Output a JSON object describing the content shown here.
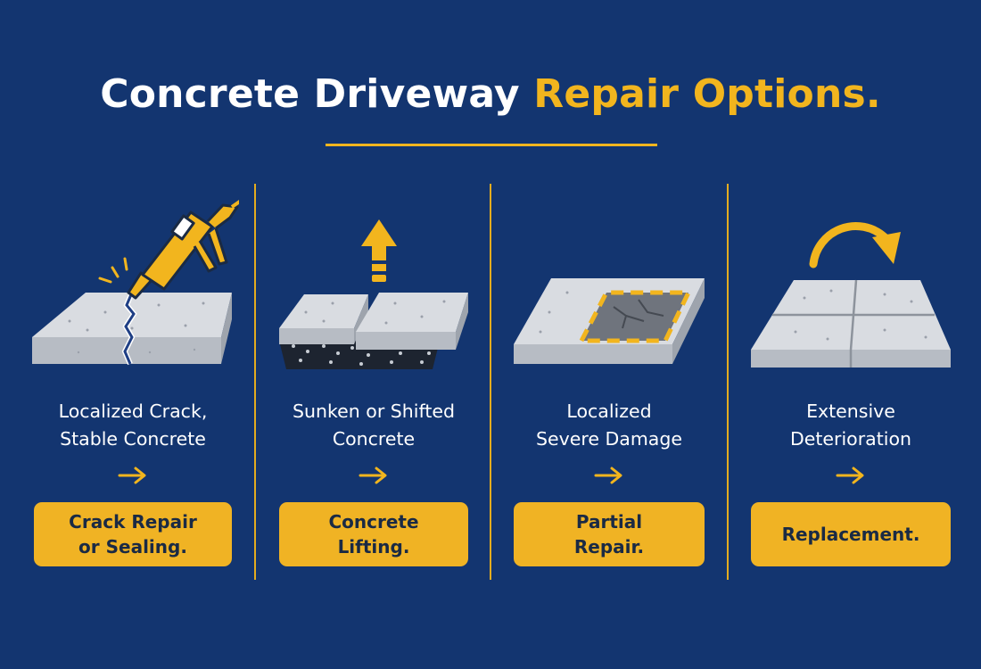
{
  "header": {
    "title_main": "Concrete Driveway",
    "title_accent": "Repair Options."
  },
  "columns": [
    {
      "condition_lines": [
        "Localized Crack,",
        "Stable Concrete"
      ],
      "option_lines": [
        "Crack Repair",
        "or Sealing."
      ],
      "icon": "caulk-gun-icon"
    },
    {
      "condition_lines": [
        "Sunken or Shifted",
        "Concrete"
      ],
      "option_lines": [
        "Concrete",
        "Lifting."
      ],
      "icon": "lift-arrow-icon"
    },
    {
      "condition_lines": [
        "Localized",
        "Severe Damage"
      ],
      "option_lines": [
        "Partial",
        "Repair."
      ],
      "icon": "damaged-section-icon"
    },
    {
      "condition_lines": [
        "Extensive",
        "Deterioration"
      ],
      "option_lines": [
        "Replacement."
      ],
      "icon": "replace-cycle-icon"
    }
  ],
  "colors": {
    "background": "#133570",
    "accent": "#f2b51e",
    "slab_top": "#d9dce1",
    "slab_side": "#aeb3bb",
    "text_dark": "#1a2a44"
  }
}
